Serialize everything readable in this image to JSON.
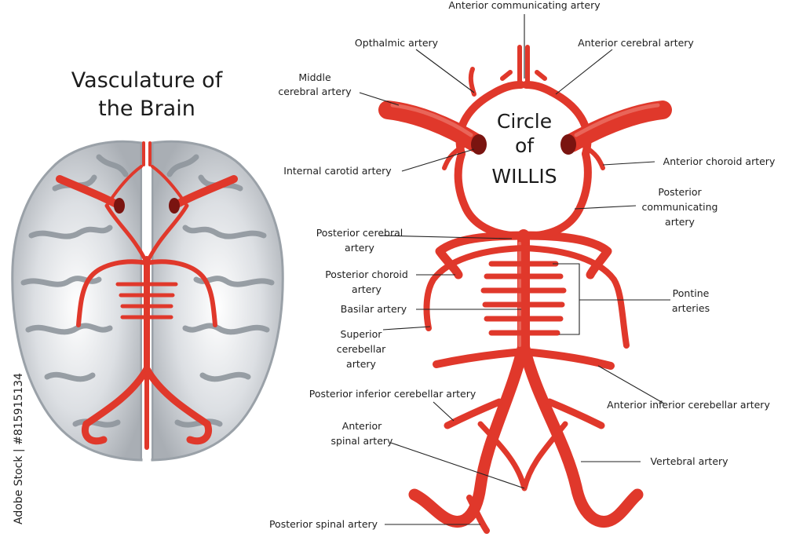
{
  "figure": {
    "title_lines": [
      "Vasculature of",
      "the Brain"
    ],
    "circle_title_lines": [
      "Circle",
      "of",
      "WILLIS"
    ],
    "side_caption": "Adobe Stock | #815915134",
    "colors": {
      "artery": "#e0382b",
      "artery_highlight": "#f08a80",
      "brain": "#c9cdd2",
      "brain_sulci": "#8f969d",
      "label": "#1e1e1e"
    }
  },
  "labels": {
    "anterior_communicating": "Anterior communicating artery",
    "opthalmic": "Opthalmic artery",
    "anterior_cerebral": "Anterior cerebral artery",
    "middle_cerebral": [
      "Middle",
      "cerebral artery"
    ],
    "internal_carotid": "Internal carotid artery",
    "anterior_choroid": "Anterior choroid artery",
    "posterior_communicating": [
      "Posterior",
      "communicating",
      "artery"
    ],
    "posterior_cerebral": [
      "Posterior cerebral",
      "artery"
    ],
    "posterior_choroid": [
      "Posterior choroid",
      "artery"
    ],
    "pontine": [
      "Pontine",
      "arteries"
    ],
    "basilar": "Basilar artery",
    "superior_cerebellar": [
      "Superior",
      "cerebellar",
      "artery"
    ],
    "posterior_inferior_cerebellar": "Posterior inferior cerebellar artery",
    "anterior_inferior_cerebellar": "Anterior inferior cerebellar artery",
    "anterior_spinal": [
      "Anterior",
      "spinal artery"
    ],
    "vertebral": "Vertebral artery",
    "posterior_spinal": "Posterior spinal artery"
  }
}
